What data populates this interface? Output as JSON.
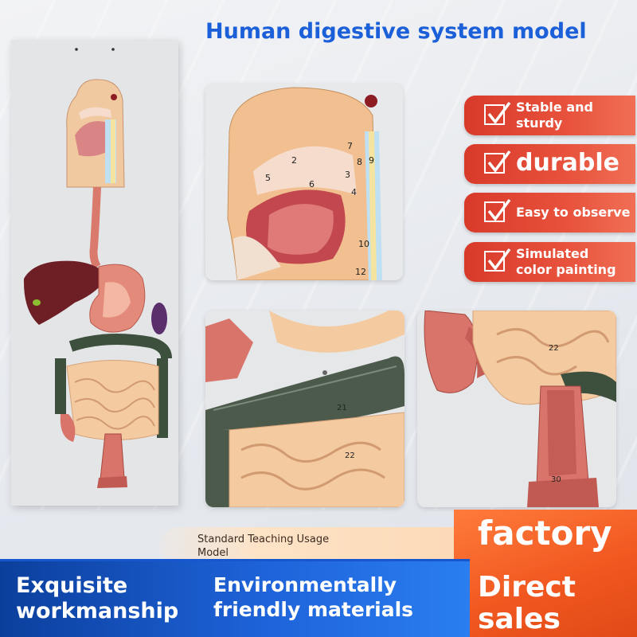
{
  "title": "Human digestive system model",
  "features": [
    {
      "line1": "Stable and",
      "line2": "sturdy"
    },
    {
      "line1": "durable",
      "line2": ""
    },
    {
      "line1": "Easy to observe",
      "line2": ""
    },
    {
      "line1": "Simulated",
      "line2": "color painting"
    }
  ],
  "banner": {
    "standard_line1": "Standard Teaching Usage",
    "standard_line2": "Model",
    "exquisite_line1": "Exquisite",
    "exquisite_line2": "workmanship",
    "env_line1": "Environmentally",
    "env_line2": "friendly materials",
    "factory": "factory",
    "direct_line1": "Direct",
    "direct_line2": "sales"
  },
  "labels": {
    "head": [
      "2",
      "3",
      "4",
      "5",
      "6",
      "7",
      "8",
      "9",
      "10",
      "12"
    ],
    "colon": [
      "21",
      "22"
    ],
    "rectum": [
      "22",
      "30"
    ]
  },
  "colors": {
    "title": "#1b5fd9",
    "tag_red": "#d83a2a",
    "banner_blue": "#1e62d8",
    "banner_orange": "#f0561f"
  }
}
